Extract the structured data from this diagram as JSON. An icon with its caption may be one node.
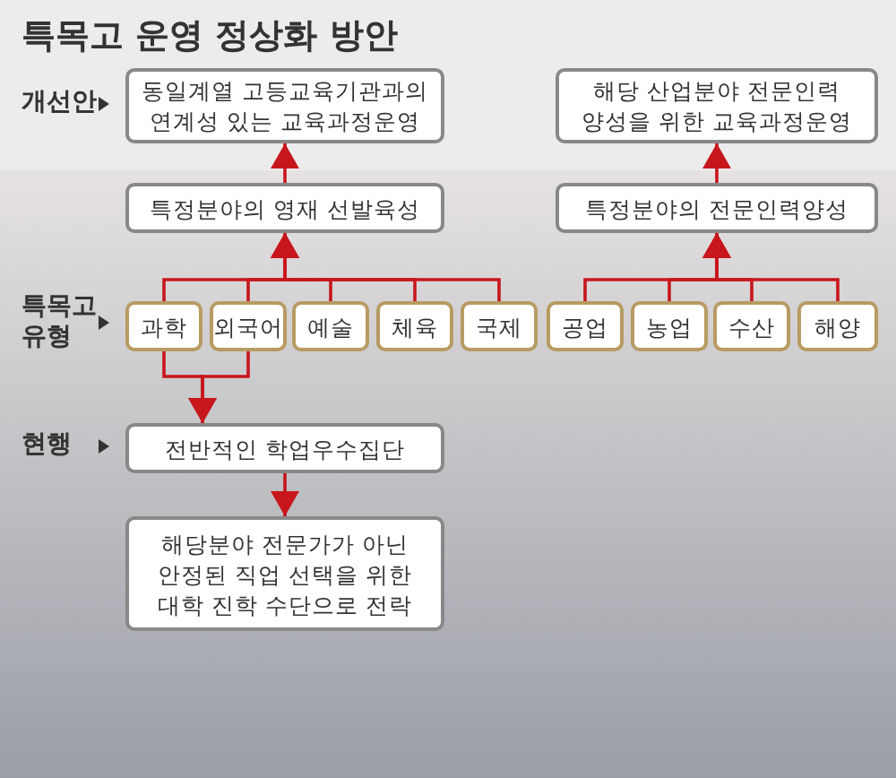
{
  "diagram": {
    "title": "특목고 운영 정상화 방안",
    "nodes": [
      {
        "text": [
          "동일계열 고등교육기관과의 연계성 있는 교육과정운영"
        ]
      },
      {
        "text": [
          "해당 산업분야 전문인력 양성을 위한 교육과정운영"
        ]
      },
      {
        "text": [
          "특정분야의 영재 선발육성"
        ]
      },
      {
        "text": [
          "특정분야의 전문인력양성"
        ]
      },
      {
        "text": [
          "과학"
        ]
      },
      {
        "text": [
          "외국어"
        ]
      },
      {
        "text": [
          "예술"
        ]
      },
      {
        "text": [
          "체육"
        ]
      },
      {
        "text": [
          "국제"
        ]
      },
      {
        "text": [
          "공업"
        ]
      },
      {
        "text": [
          "농업"
        ]
      },
      {
        "text": [
          "수산"
        ]
      },
      {
        "text": [
          "해양"
        ]
      },
      {
        "text": [
          "전반적인 학업우수집단"
        ]
      },
      {
        "text": [
          "해당분야 전문가가 아닌 안정된 직업 선택을 위한 대학 진학 수단으로 전락"
        ]
      }
    ],
    "edges": [
      {
        "from": 2,
        "to": 0,
        "arrow": "to"
      },
      {
        "from": 3,
        "to": 1,
        "arrow": "to"
      },
      {
        "from": 4,
        "to": 2,
        "arrow": "to"
      },
      {
        "from": 5,
        "to": 2,
        "arrow": "to"
      },
      {
        "from": 6,
        "to": 2,
        "arrow": "to"
      },
      {
        "from": 7,
        "to": 2,
        "arrow": "to"
      },
      {
        "from": 8,
        "to": 2,
        "arrow": "to"
      },
      {
        "from": 9,
        "to": 3,
        "arrow": "to"
      },
      {
        "from": 10,
        "to": 3,
        "arrow": "to"
      },
      {
        "from": 11,
        "to": 3,
        "arrow": "to"
      },
      {
        "from": 12,
        "to": 3,
        "arrow": "to"
      },
      {
        "from": 4,
        "to": 13,
        "arrow": "to"
      },
      {
        "from": 5,
        "to": 13,
        "arrow": "to"
      },
      {
        "from": 13,
        "to": 14,
        "arrow": "to"
      }
    ],
    "labels": [
      "개선안",
      "특목고 유형",
      "현행"
    ]
  }
}
